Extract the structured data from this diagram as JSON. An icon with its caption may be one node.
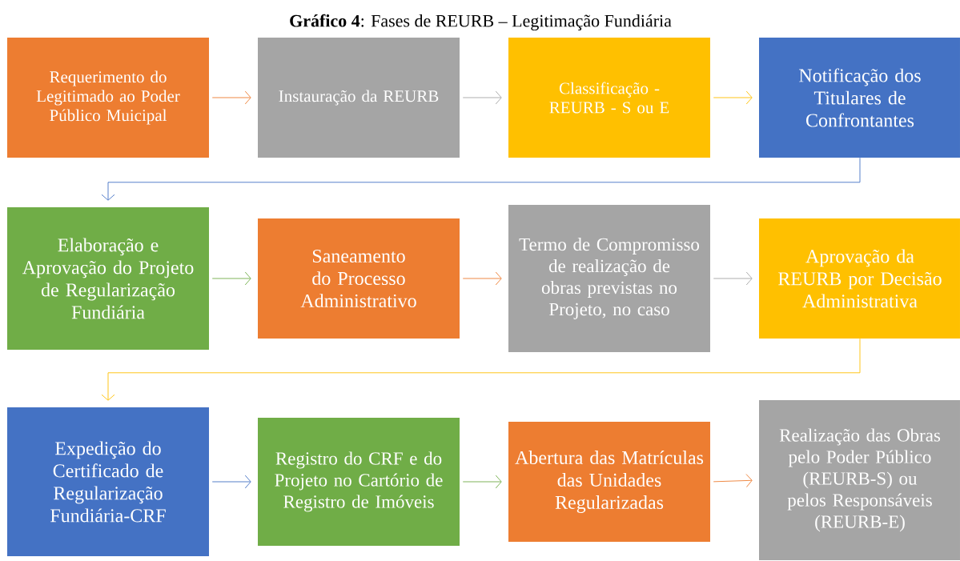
{
  "diagram": {
    "title": "**Gráfico 4**: Fases de REURB – Legitimação Fundiária",
    "nodes": [
      {
        "text": [
          "Requerimento do Legitimado ao Poder Público Muicipal"
        ]
      },
      {
        "text": [
          "Instauração da REURB"
        ]
      },
      {
        "text": [
          "Classificação - REURB - S ou E"
        ]
      },
      {
        "text": [
          "Notificação dos Titulares de Confrontantes"
        ]
      },
      {
        "text": [
          "Elaboração e Aprovação do Projeto de Regularização Fundiária"
        ]
      },
      {
        "text": [
          "Saneamento do Processo Administrativo"
        ]
      },
      {
        "text": [
          "Termo de Compromisso de realização de obras previstas no Projeto, no caso"
        ]
      },
      {
        "text": [
          "Aprovação da REURB por Decisão Administrativa"
        ]
      },
      {
        "text": [
          "Expedição do Certificado de Regularização Fundiária-CRF"
        ]
      },
      {
        "text": [
          "Registro do CRF e do Projeto no Cartório de Registro de Imóveis"
        ]
      },
      {
        "text": [
          "Abertura das Matrículas das Unidades Regularizadas"
        ]
      },
      {
        "text": [
          "Realização das Obras pelo Poder Público (REURB-S) ou pelos Responsáveis (REURB-E)"
        ]
      }
    ],
    "edges": [
      {
        "from": 0,
        "to": 1,
        "arrow": "to",
        "color": "#ed7d31"
      },
      {
        "from": 1,
        "to": 2,
        "arrow": "to",
        "color": "#a5a5a5"
      },
      {
        "from": 2,
        "to": 3,
        "arrow": "to",
        "color": "#ffc000"
      },
      {
        "from": 3,
        "to": 4,
        "arrow": "to",
        "color": "#4472c4"
      },
      {
        "from": 4,
        "to": 5,
        "arrow": "to",
        "color": "#70ad47"
      },
      {
        "from": 5,
        "to": 6,
        "arrow": "to",
        "color": "#ed7d31"
      },
      {
        "from": 6,
        "to": 7,
        "arrow": "to",
        "color": "#a5a5a5"
      },
      {
        "from": 7,
        "to": 8,
        "arrow": "to",
        "color": "#ffc000"
      },
      {
        "from": 8,
        "to": 9,
        "arrow": "to",
        "color": "#4472c4"
      },
      {
        "from": 9,
        "to": 10,
        "arrow": "to",
        "color": "#70ad47"
      },
      {
        "from": 10,
        "to": 11,
        "arrow": "to",
        "color": "#ed7d31"
      }
    ]
  }
}
